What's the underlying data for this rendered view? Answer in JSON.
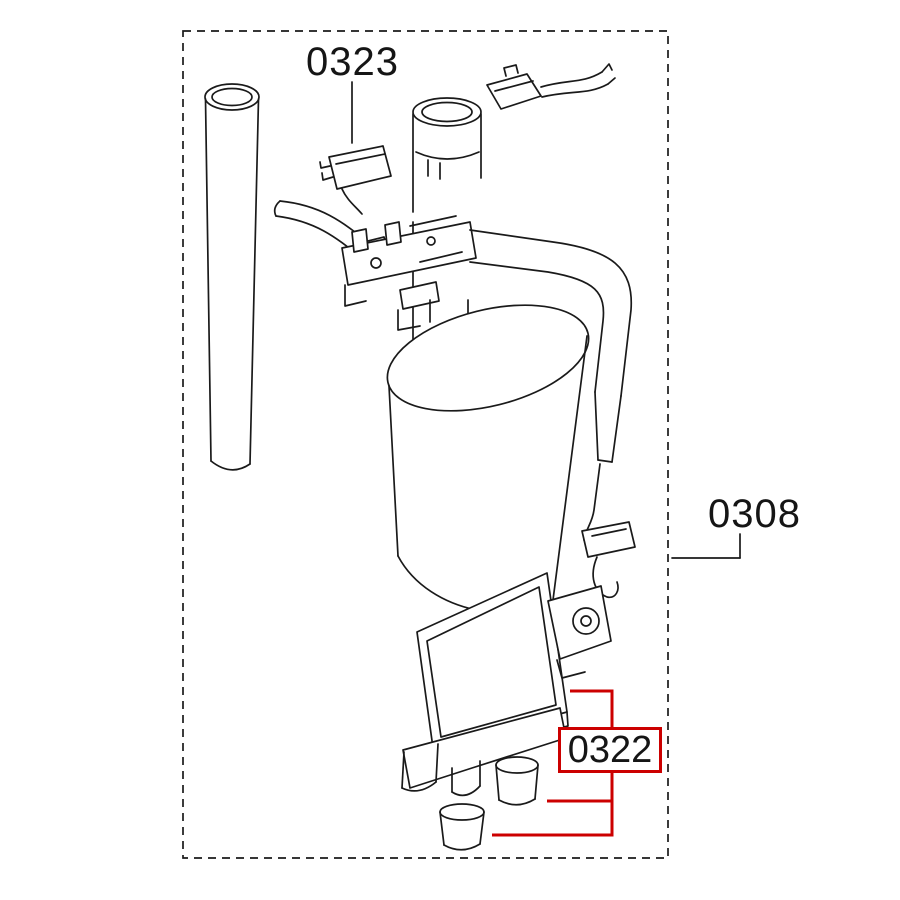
{
  "diagram": {
    "title": "appliance-exploded-parts-diagram",
    "labels": {
      "part_top": "0323",
      "part_right": "0308",
      "part_highlight": "0322"
    },
    "colors": {
      "line": "#1a1a1a",
      "highlight": "#cc0000",
      "background": "#ffffff"
    }
  }
}
